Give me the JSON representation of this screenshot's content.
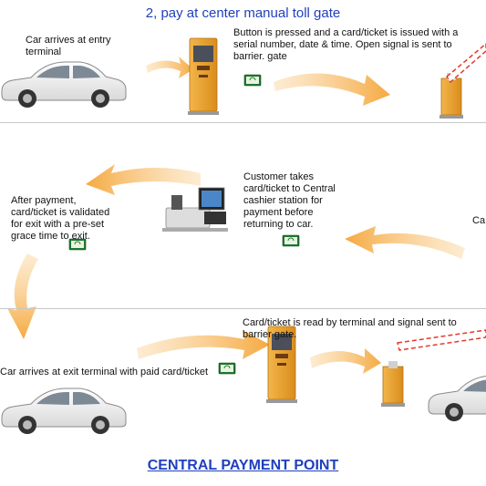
{
  "title": "2, pay at center manual toll gate",
  "steps": {
    "entry_car": "Car arrives at entry terminal",
    "entry_ticket": "Button is pressed and a card/ticket is issued with a serial number, date & time. Open signal  is sent to barrier. gate",
    "cashier": "Customer  takes card/ticket to Central cashier station for payment before returning to car.",
    "validated": "After payment, card/ticket is validated for exit with a pre-set grace time to exit.",
    "read_terminal": "Card/ticket is read by terminal and signal sent to barrier gate.",
    "exit_car": "Car arrives at exit terminal with paid card/ticket",
    "clipped": "Ca"
  },
  "footer": "CENTRAL PAYMENT POINT",
  "colors": {
    "title": "#1f3fbf",
    "arrow": "#f7b24a",
    "terminal": "#f0a830",
    "card": "#2e8b3a",
    "divider": "#c8c8c8"
  }
}
